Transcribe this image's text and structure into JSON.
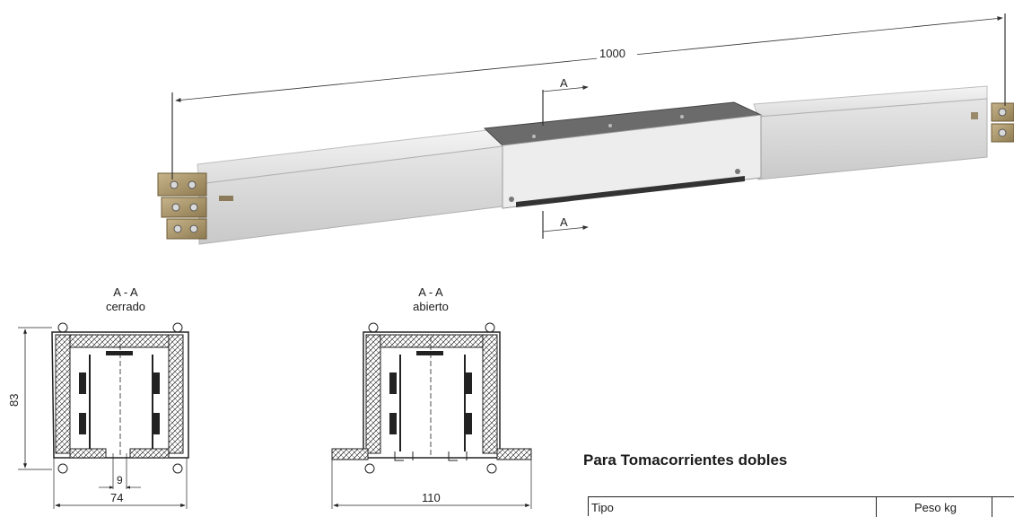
{
  "top_view": {
    "length_label": "1000",
    "section_mark": "A"
  },
  "section_closed": {
    "title": "A - A",
    "subtitle": "cerrado",
    "height_label": "83",
    "width_label": "74",
    "gap_label": "9"
  },
  "section_open": {
    "title": "A - A",
    "subtitle": "abierto",
    "width_label": "110"
  },
  "table": {
    "title": "Para Tomacorrientes dobles",
    "col_type": "Tipo",
    "col_weight": "Peso kg"
  }
}
